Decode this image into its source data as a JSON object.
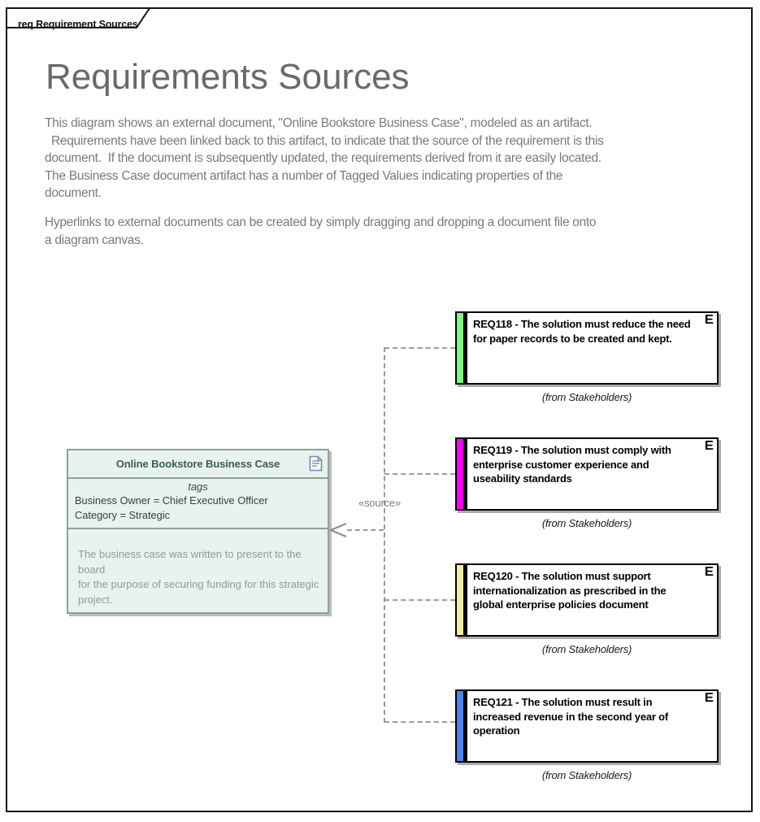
{
  "frame": {
    "tab_label": "req Requirement Sources"
  },
  "intro": {
    "title": "Requirements Sources",
    "paragraph1": "This diagram shows an external document, \"Online Bookstore Business Case\", modeled as an artifact.\n  Requirements have been linked back to this artifact, to indicate that the source of the requirement is this\ndocument.  If the document is subsequently updated, the requirements derived from it are easily located. \nThe Business Case document artifact has a number of Tagged Values indicating properties of the\ndocument.",
    "paragraph2": "Hyperlinks to external documents can be created by simply dragging and dropping a document file onto\na diagram canvas."
  },
  "artifact": {
    "title": "Online Bookstore Business Case",
    "icon": "document-icon",
    "tags_header": "tags",
    "tag_lines": [
      "Business Owner = Chief Executive Officer",
      "Category = Strategic"
    ],
    "notes": "The business case was written to present to the board\nfor the purpose of securing funding for this strategic\nproject.",
    "colors": {
      "fill": "#E8F3ED",
      "border": "#8FA09B",
      "title_text": "#3A5A5E",
      "notes_text": "#8C9C96"
    }
  },
  "connector": {
    "stereotype": "«source»",
    "line_color": "#9B9B9B"
  },
  "requirements": [
    {
      "text": "REQ118 - The solution must reduce the need for paper records to be created and kept.",
      "status_color": "#7DF97D",
      "badge": "E",
      "from_label": "(from Stakeholders)"
    },
    {
      "text": "REQ119 - The solution must comply with enterprise customer experience and useability standards",
      "status_color": "#FF00FF",
      "badge": "E",
      "from_label": "(from Stakeholders)"
    },
    {
      "text": "REQ120 - The solution must support internationalization as prescribed in the global enterprise policies document",
      "status_color": "#F2EFA0",
      "badge": "E",
      "from_label": "(from Stakeholders)"
    },
    {
      "text": "REQ121 - The solution must result in increased revenue in the second year of operation",
      "status_color": "#4B82EE",
      "badge": "E",
      "from_label": "(from Stakeholders)"
    }
  ]
}
